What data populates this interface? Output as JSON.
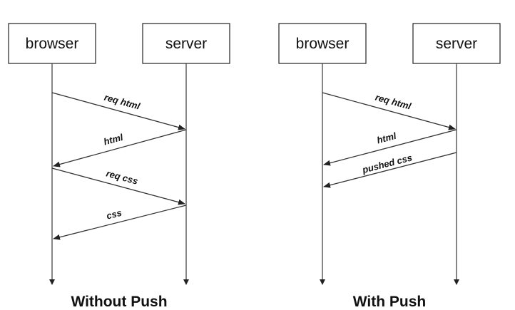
{
  "panels": {
    "left": {
      "actors": {
        "browser": "browser",
        "server": "server"
      },
      "messages": {
        "req_html": "req html",
        "html": "html",
        "req_css": "req css",
        "css": "css"
      },
      "caption": "Without Push"
    },
    "right": {
      "actors": {
        "browser": "browser",
        "server": "server"
      },
      "messages": {
        "req_html": "req html",
        "html": "html",
        "pushed_css": "pushed css"
      },
      "caption": "With Push"
    }
  }
}
